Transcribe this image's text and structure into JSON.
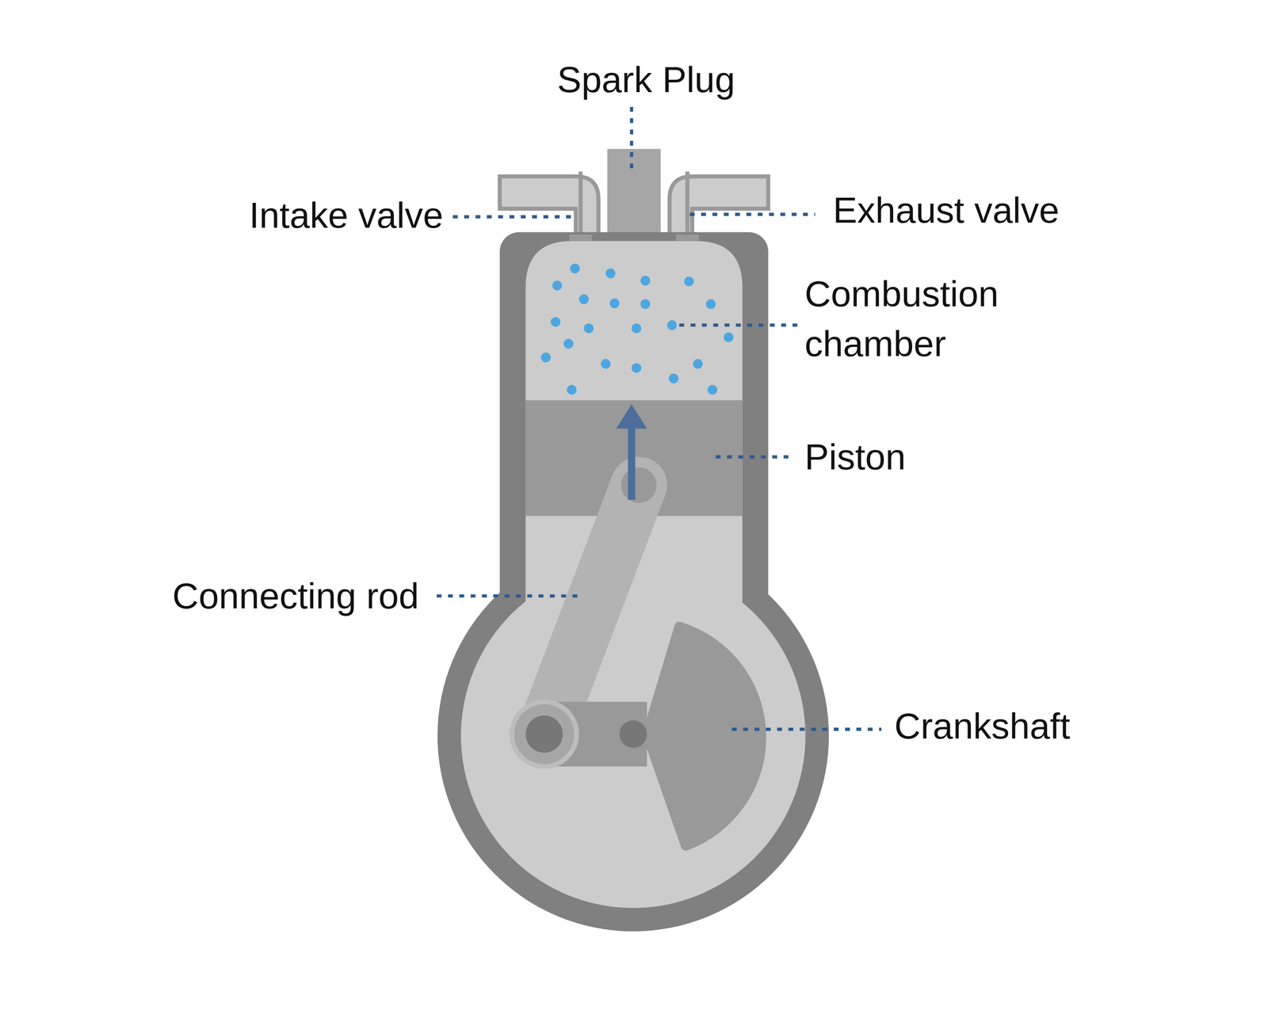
{
  "diagram": {
    "labels": [
      "Spark Plug",
      "Intake valve",
      "Exhaust valve",
      "Combustion chamber",
      "Piston",
      "Connecting rod",
      "Crankshaft"
    ]
  }
}
